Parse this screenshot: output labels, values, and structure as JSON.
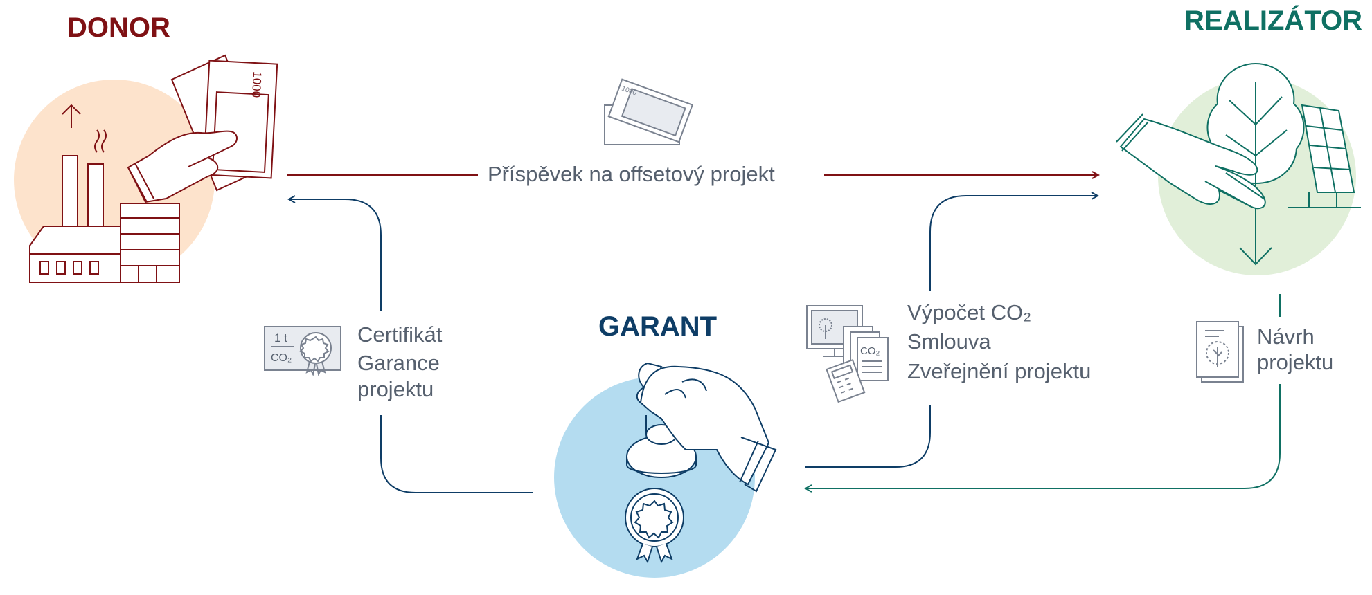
{
  "titles": {
    "donor": "DONOR",
    "realizator": "REALIZÁTOR",
    "garant": "GARANT"
  },
  "flows": {
    "contribution": "Příspěvek na offsetový projekt",
    "certificate": [
      "Certifikát",
      "Garance",
      "projektu"
    ],
    "calculation": [
      "Výpočet CO₂",
      "Smlouva",
      "Zveřejnění projektu"
    ],
    "proposal": [
      "Návrh",
      "projektu"
    ]
  },
  "icon_text": {
    "banknote": "1000",
    "certificate_amount": "1 t",
    "certificate_unit": "CO₂",
    "document_unit": "CO₂"
  },
  "colors": {
    "donor": "#7f1114",
    "donor_bg": "#fde3cc",
    "realizator": "#0f7063",
    "realizator_bg": "#e1efd9",
    "garant": "#0e3d66",
    "garant_bg": "#b4dcf0",
    "text": "#56606e",
    "icon_gray": "#7a8290"
  },
  "icons": [
    "factory-icon",
    "money-hand-icon",
    "banknotes-icon",
    "handshake-tree-icon",
    "solar-panel-icon",
    "stamp-hand-icon",
    "seal-icon",
    "certificate-icon",
    "computer-documents-icon",
    "tree-document-icon"
  ]
}
